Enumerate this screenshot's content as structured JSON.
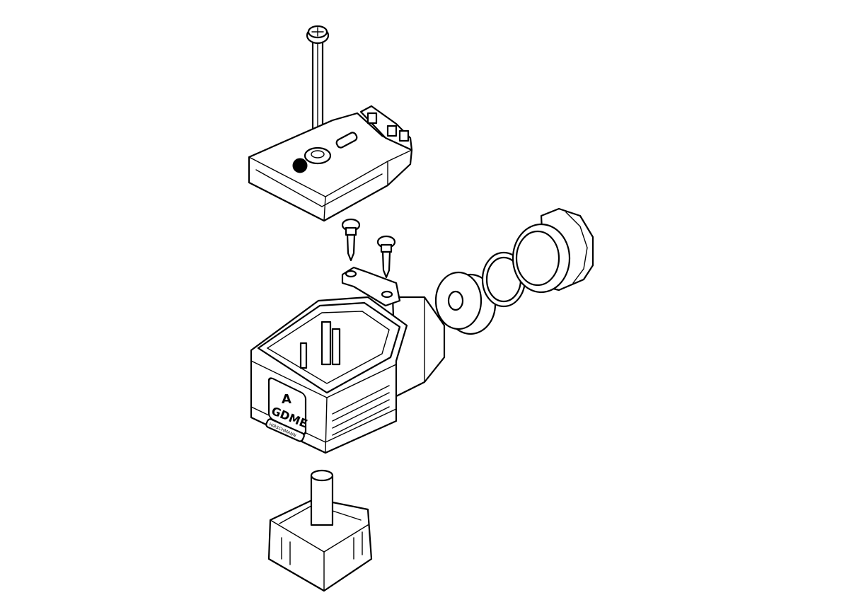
{
  "drawing": {
    "logo": {
      "letter": "A",
      "brand": "GDME"
    },
    "label_plate": "HIRSCHMANN",
    "parts": [
      "long-screw",
      "cover",
      "small-screw",
      "small-screw",
      "housing",
      "gasket-bracket",
      "insert",
      "seal-washer",
      "sealing-ring",
      "cable-gland-nut"
    ],
    "colors": {
      "line": "#000000",
      "background": "#ffffff"
    }
  }
}
